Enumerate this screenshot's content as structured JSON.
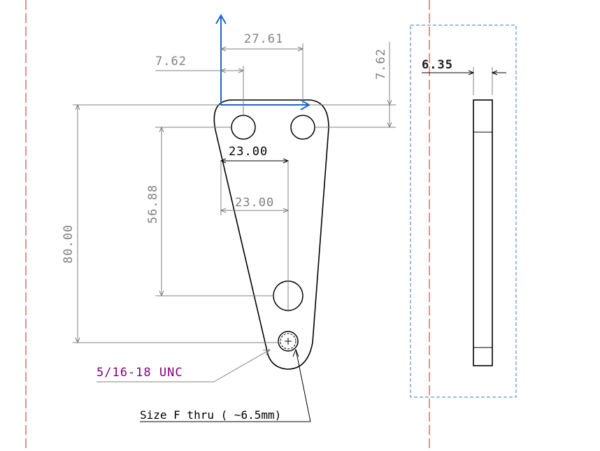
{
  "colors": {
    "centerline": "#cc2222",
    "view_frame": "#3a78c8",
    "axis": "#1a66cc",
    "dimension": "#808080",
    "thread_callout": "#800080",
    "geometry": "#000000"
  },
  "dimensions": {
    "top_hole_spacing": "27.61",
    "axis_to_hole": "7.62",
    "top_edge_offset": "7.62",
    "thickness": "6.35",
    "overall_height": "80.00",
    "hole_vertical_spacing": "56.88",
    "horizontal_upper": "23.00",
    "horizontal_lower": "23.00"
  },
  "callouts": {
    "thread": "5/16-18 UNC",
    "drill": "Size F thru ( ~6.5mm)"
  }
}
